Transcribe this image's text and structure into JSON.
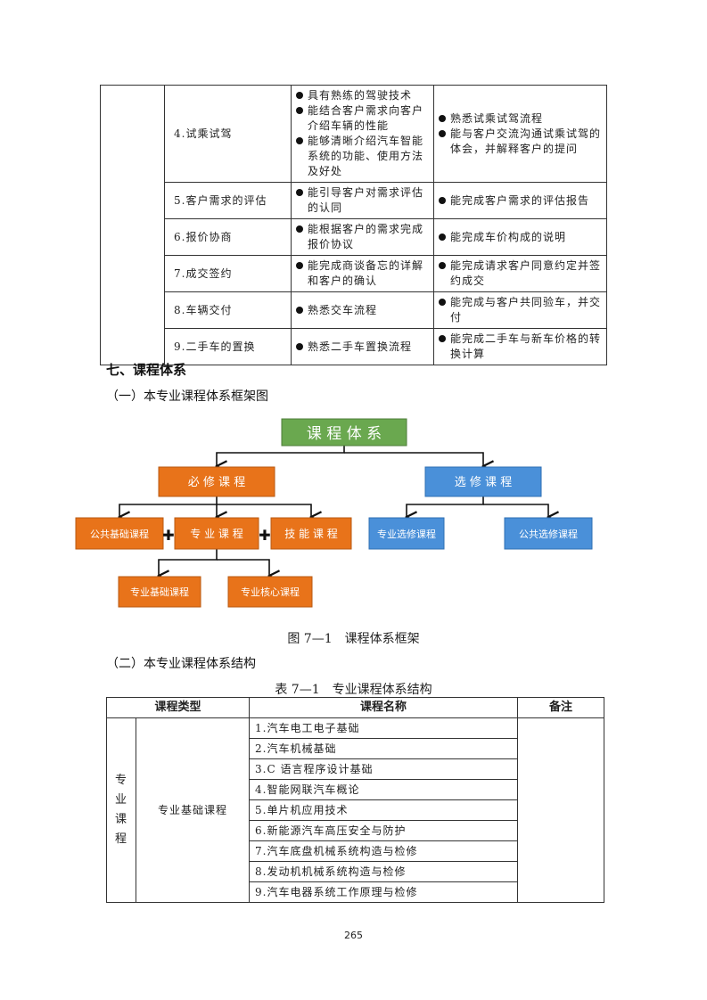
{
  "table1": {
    "rows": [
      {
        "item": "4.试乘试驾",
        "skills": [
          "具有熟练的驾驶技术",
          "能结合客户需求向客户介绍车辆的性能",
          "能够清晰介绍汽车智能系统的功能、使用方法及好处"
        ],
        "knowledge": [
          "熟悉试乘试驾流程",
          "能与客户交流沟通试乘试驾的体会，并解释客户的提问"
        ]
      },
      {
        "item": "5.客户需求的评估",
        "skills": [
          "能引导客户对需求评估的认同"
        ],
        "knowledge": [
          "能完成客户需求的评估报告"
        ]
      },
      {
        "item": "6.报价协商",
        "skills": [
          "能根据客户的需求完成报价协议"
        ],
        "knowledge": [
          "能完成车价构成的说明"
        ]
      },
      {
        "item": "7.成交签约",
        "skills": [
          "能完成商谈备忘的详解和客户的确认"
        ],
        "knowledge": [
          "能完成请求客户同意约定并签约成交"
        ]
      },
      {
        "item": "8.车辆交付",
        "skills": [
          "熟悉交车流程"
        ],
        "knowledge": [
          "能完成与客户共同验车，并交付"
        ]
      },
      {
        "item": "9.二手车的置换",
        "skills": [
          "熟悉二手车置换流程"
        ],
        "knowledge": [
          "能完成二手车与新车价格的转换计算"
        ]
      }
    ]
  },
  "section": {
    "title": "七、课程体系",
    "sub1": "（一）本专业课程体系框架图",
    "sub2": "（二）本专业课程体系结构"
  },
  "diagram": {
    "root": "课 程 体 系",
    "required": "必 修 课 程",
    "elective": "选 修 课 程",
    "public_basic": "公共基础课程",
    "professional": "专 业 课 程",
    "skill": "技 能 课 程",
    "prof_elective": "专业选修课程",
    "public_elective": "公共选修课程",
    "prof_basic": "专业基础课程",
    "prof_core": "专业核心课程",
    "plus": "✚",
    "colors": {
      "green": "#6aa84f",
      "orange": "#e8731a",
      "blue": "#4a90d9"
    }
  },
  "figure_caption": "图 7—1　课程体系框架",
  "table_caption": "表 7—1　专业课程体系结构",
  "table2": {
    "headers": [
      "课程类型",
      "课程名称",
      "备注"
    ],
    "group": "专业课程",
    "subgroup": "专业基础课程",
    "courses": [
      "1.汽车电工电子基础",
      "2.汽车机械基础",
      "3.C 语言程序设计基础",
      "4.智能网联汽车概论",
      "5.单片机应用技术",
      "6.新能源汽车高压安全与防护",
      "7.汽车底盘机械系统构造与检修",
      "8.发动机机械系统构造与检修",
      "9.汽车电器系统工作原理与检修"
    ]
  },
  "page_number": "265"
}
